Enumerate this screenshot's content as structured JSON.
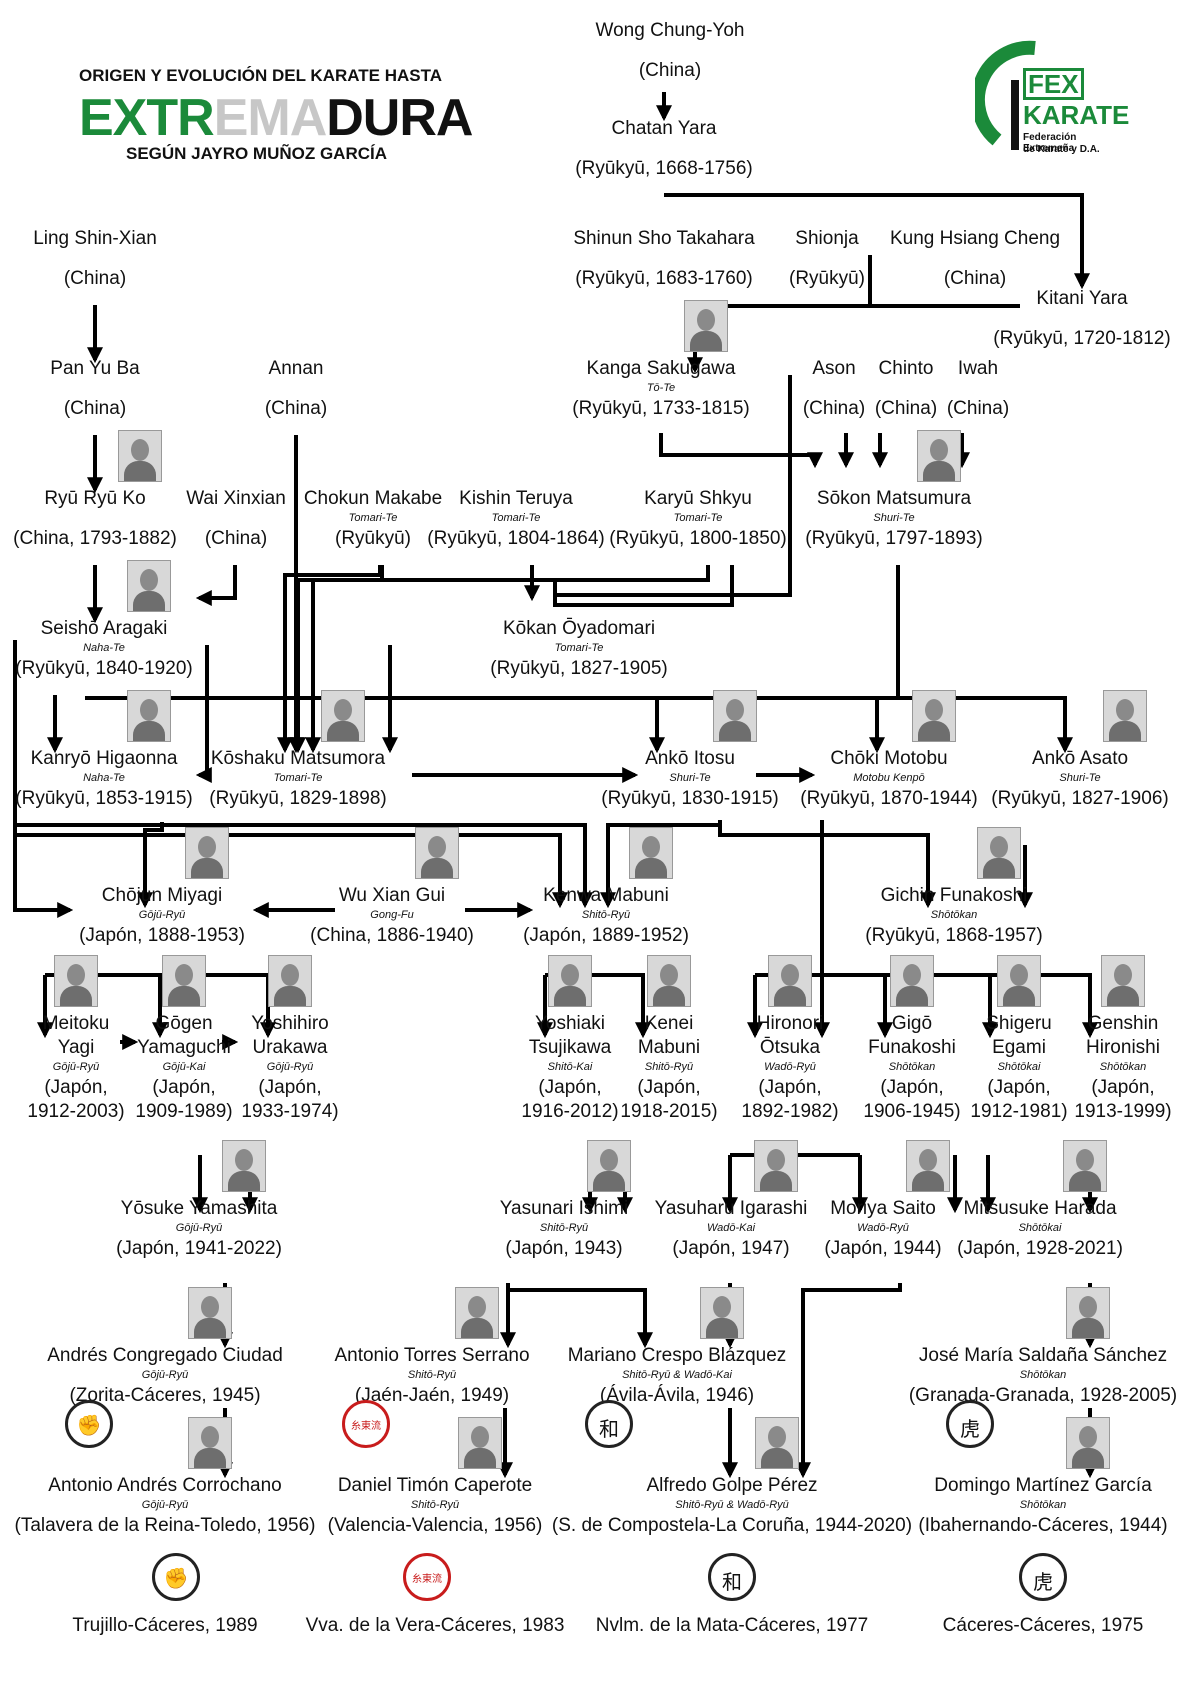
{
  "header": {
    "line1": "ORIGEN Y EVOLUCIÓN DEL KARATE HASTA",
    "title_part1": "EXTR",
    "title_part2": "EMA",
    "title_part3": "DURA",
    "line3": "SEGÚN JAYRO MUÑOZ GARCÍA"
  },
  "logo": {
    "mark": "FEX",
    "wordmark": "KARATE",
    "subtitle_1": "Federación Extremeña",
    "subtitle_2": "de Karate y D.A."
  },
  "colors": {
    "title_green": "#1b8a3a",
    "title_grey": "#c7c7c7",
    "title_black": "#111111",
    "emblem_red": "#c81c1c"
  },
  "people": [
    {
      "name": "Wong Chung-Yoh",
      "detail": "(China)"
    },
    {
      "name": "Chatan Yara",
      "detail": "(Ryūkyū, 1668-1756)"
    },
    {
      "name": "Shinun Sho Takahara",
      "detail": "(Ryūkyū, 1683-1760)"
    },
    {
      "name": "Shionja",
      "detail": "(Ryūkyū)"
    },
    {
      "name": "Kung Hsiang Cheng",
      "detail": "(China)"
    },
    {
      "name": "Kitani Yara",
      "detail": "(Ryūkyū, 1720-1812)"
    },
    {
      "name": "Ling Shin-Xian",
      "detail": "(China)"
    },
    {
      "name": "Pan Yu Ba",
      "detail": "(China)"
    },
    {
      "name": "Annan",
      "detail": "(China)"
    },
    {
      "name": "Kanga Sakugawa",
      "style": "Tō-Te",
      "detail": "(Ryūkyū, 1733-1815)"
    },
    {
      "name": "Ason",
      "detail": "(China)"
    },
    {
      "name": "Chinto",
      "detail": "(China)"
    },
    {
      "name": "Iwah",
      "detail": "(China)"
    },
    {
      "name": "Ryū Ryū Ko",
      "detail": "(China, 1793-1882)"
    },
    {
      "name": "Wai Xinxian",
      "detail": "(China)"
    },
    {
      "name": "Chokun Makabe",
      "style": "Tomari-Te",
      "detail": "(Ryūkyū)"
    },
    {
      "name": "Kishin Teruya",
      "style": "Tomari-Te",
      "detail": "(Ryūkyū, 1804-1864)"
    },
    {
      "name": "Karyū Shkyu",
      "style": "Tomari-Te",
      "detail": "(Ryūkyū, 1800-1850)"
    },
    {
      "name": "Sōkon Matsumura",
      "style": "Shuri-Te",
      "detail": "(Ryūkyū, 1797-1893)"
    },
    {
      "name": "Seishō Aragaki",
      "style": "Naha-Te",
      "detail": "(Ryūkyū, 1840-1920)"
    },
    {
      "name": "Kōkan Ōyadomari",
      "style": "Tomari-Te",
      "detail": "(Ryūkyū, 1827-1905)"
    },
    {
      "name": "Kanryō Higaonna",
      "style": "Naha-Te",
      "detail": "(Ryūkyū, 1853-1915)"
    },
    {
      "name": "Kōshaku Matsumora",
      "style": "Tomari-Te",
      "detail": "(Ryūkyū, 1829-1898)"
    },
    {
      "name": "Ankō Itosu",
      "style": "Shuri-Te",
      "detail": "(Ryūkyū, 1830-1915)"
    },
    {
      "name": "Chōki Motobu",
      "style": "Motobu Kenpō",
      "detail": "(Ryūkyū, 1870-1944)"
    },
    {
      "name": "Ankō Asato",
      "style": "Shuri-Te",
      "detail": "(Ryūkyū, 1827-1906)"
    },
    {
      "name": "Chōjun Miyagi",
      "style": "Gōjū-Ryū",
      "detail": "(Japón, 1888-1953)"
    },
    {
      "name": "Wu Xian Gui",
      "style": "Gong-Fu",
      "detail": "(China, 1886-1940)"
    },
    {
      "name": "Kenwa Mabuni",
      "style": "Shitō-Ryū",
      "detail": "(Japón, 1889-1952)"
    },
    {
      "name": "Gichin Funakoshi",
      "style": "Shōtōkan",
      "detail": "(Ryūkyū, 1868-1957)"
    },
    {
      "name": "Meitoku",
      "name2": "Yagi",
      "style": "Gōjū-Ryū",
      "detail": "(Japón,",
      "detail2": "1912-2003)"
    },
    {
      "name": "Gōgen",
      "name2": "Yamaguchi",
      "style": "Gōjū-Kai",
      "detail": "(Japón,",
      "detail2": "1909-1989)"
    },
    {
      "name": "Yoshihiro",
      "name2": "Urakawa",
      "style": "Gōjū-Ryū",
      "detail": "(Japón,",
      "detail2": "1933-1974)"
    },
    {
      "name": "Yoshiaki",
      "name2": "Tsujikawa",
      "style": "Shitō-Kai",
      "detail": "(Japón,",
      "detail2": "1916-2012)"
    },
    {
      "name": "Kenei",
      "name2": "Mabuni",
      "style": "Shitō-Ryū",
      "detail": "(Japón,",
      "detail2": "1918-2015)"
    },
    {
      "name": "Hironori",
      "name2": "Ōtsuka",
      "style": "Wadō-Ryū",
      "detail": "(Japón,",
      "detail2": "1892-1982)"
    },
    {
      "name": "Gigō",
      "name2": "Funakoshi",
      "style": "Shōtōkan",
      "detail": "(Japón,",
      "detail2": "1906-1945)"
    },
    {
      "name": "Shigeru",
      "name2": "Egami",
      "style": "Shōtōkai",
      "detail": "(Japón,",
      "detail2": "1912-1981)"
    },
    {
      "name": "Genshin",
      "name2": "Hironishi",
      "style": "Shōtōkan",
      "detail": "(Japón,",
      "detail2": "1913-1999)"
    },
    {
      "name": "Yōsuke Yamashita",
      "style": "Gōjū-Ryū",
      "detail": "(Japón, 1941-2022)"
    },
    {
      "name": "Yasunari Ishimi",
      "style": "Shitō-Ryū",
      "detail": "(Japón, 1943)"
    },
    {
      "name": "Yasuharu Igarashi",
      "style": "Wadō-Kai",
      "detail": "(Japón, 1947)"
    },
    {
      "name": "Moriya Saito",
      "style": "Wadō-Ryū",
      "detail": "(Japón, 1944)"
    },
    {
      "name": "Mitsusuke Harada",
      "style": "Shōtōkai",
      "detail": "(Japón, 1928-2021)"
    },
    {
      "name": "Andrés Congregado Ciudad",
      "style": "Gōjū-Ryū",
      "detail": "(Zorita-Cáceres, 1945)"
    },
    {
      "name": "Antonio Torres Serrano",
      "style": "Shitō-Ryū",
      "detail": "(Jaén-Jaén, 1949)"
    },
    {
      "name": "Mariano Crespo Blázquez",
      "style": "Shitō-Ryū & Wadō-Kai",
      "detail": "(Ávila-Ávila, 1946)"
    },
    {
      "name": "José María Saldaña Sánchez",
      "style": "Shōtōkan",
      "detail": "(Granada-Granada, 1928-2005)"
    },
    {
      "name": "Antonio Andrés Corrochano",
      "style": "Gōjū-Ryū",
      "detail": "(Talavera de la Reina-Toledo, 1956)"
    },
    {
      "name": "Daniel Timón Caperote",
      "style": "Shitō-Ryū",
      "detail": "(Valencia-Valencia, 1956)"
    },
    {
      "name": "Alfredo Golpe Pérez",
      "style": "Shitō-Ryū & Wadō-Ryū",
      "detail": "(S. de Compostela-La Coruña, 1944-2020)"
    },
    {
      "name": "Domingo Martínez García",
      "style": "Shōtōkan",
      "detail": "(Ibahernando-Cáceres, 1944)"
    }
  ],
  "clubs": [
    {
      "place": "Trujillo-Cáceres, 1989"
    },
    {
      "place": "Vva. de la Vera-Cáceres, 1983"
    },
    {
      "place": "Nvlm. de la Mata-Cáceres, 1977"
    },
    {
      "place": "Cáceres-Cáceres, 1975"
    }
  ],
  "emblems": [
    {
      "icon": "fist-emblem-icon",
      "glyph": "✊"
    },
    {
      "icon": "shito-ryu-emblem-icon",
      "glyph": "糸東流"
    },
    {
      "icon": "wado-emblem-icon",
      "glyph": "和"
    },
    {
      "icon": "shotokan-tiger-emblem-icon",
      "glyph": "虎"
    },
    {
      "icon": "fist-emblem-icon",
      "glyph": "✊"
    },
    {
      "icon": "shito-ryu-emblem-icon",
      "glyph": "糸東流"
    },
    {
      "icon": "wado-emblem-icon",
      "glyph": "和"
    },
    {
      "icon": "shotokan-tiger-emblem-icon",
      "glyph": "虎"
    }
  ]
}
